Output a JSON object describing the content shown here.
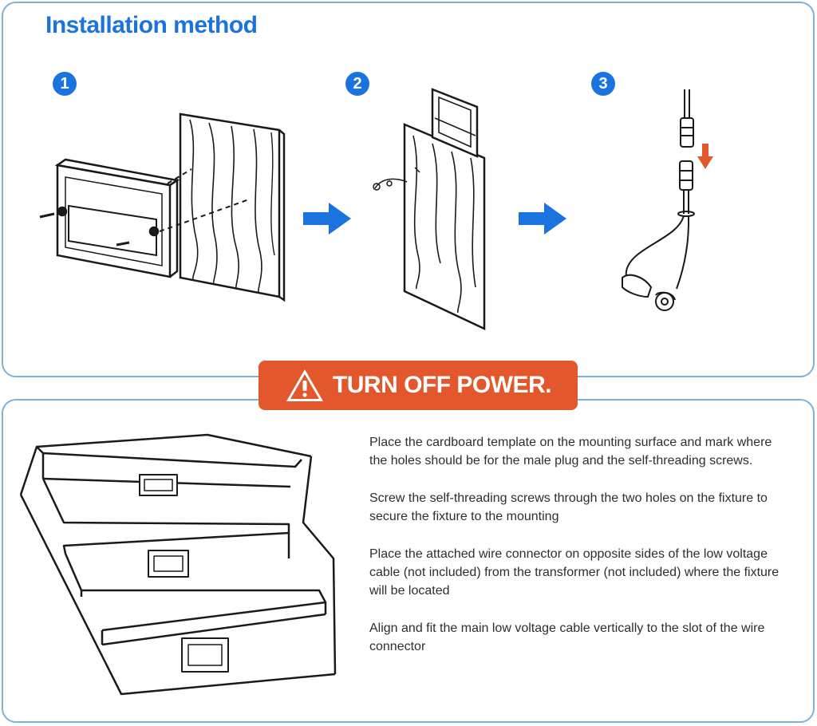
{
  "title": "Installation method",
  "steps": [
    "1",
    "2",
    "3"
  ],
  "warning": {
    "text": "TURN OFF POWER.",
    "icon": "warning-triangle-icon",
    "color": "#e2582c"
  },
  "instructions": [
    "Place the cardboard template on the mounting surface and mark where the holes should be for the male plug and the self-threading screws.",
    "Screw the self-threading screws through the two holes on the fixture to secure the fixture to the mounting",
    "Place the attached wire connector on opposite sides of the low voltage cable (not included) from the transformer (not included) where the fixture will be located",
    "Align and fit the main low voltage cable vertically to the slot of the wire connector"
  ],
  "colors": {
    "accent": "#1b73e0",
    "panel_border": "#7fb0d9",
    "arrow": "#1b73e0",
    "down_arrow": "#e2582c"
  }
}
